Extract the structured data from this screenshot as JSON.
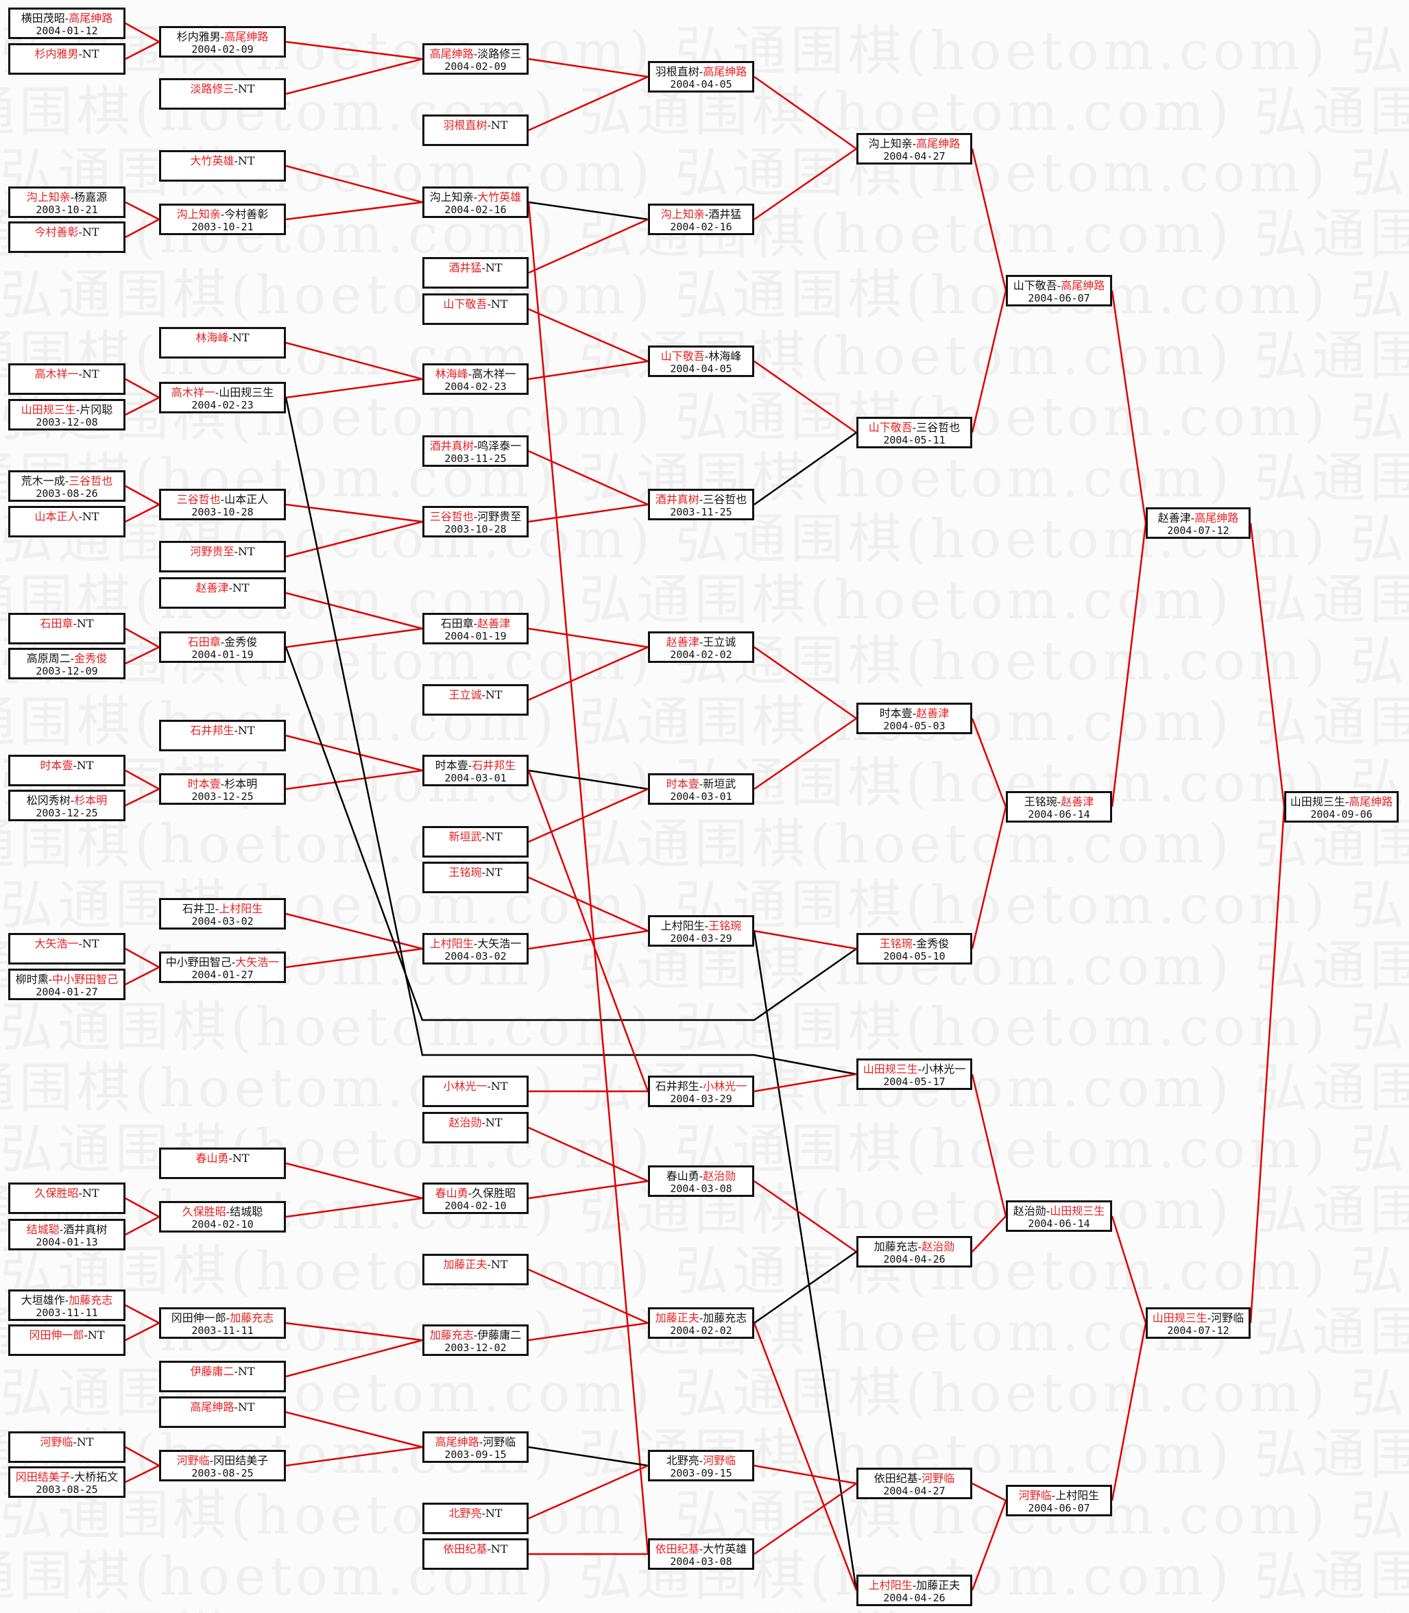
{
  "watermark": "弘通围棋(hoetom.com)",
  "colors": {
    "winner": "#e52020",
    "loser": "#111111",
    "win_line": "#e00000",
    "other_line": "#000000"
  },
  "bye_label": "NT",
  "matches": [
    {
      "id": "c0a",
      "a": "横田茂昭",
      "b": "高尾绅路",
      "win": "b",
      "date": "2004-01-12"
    },
    {
      "id": "c0b",
      "a": "杉内雅男",
      "b": "NT",
      "win": "a",
      "date": ""
    },
    {
      "id": "c0c",
      "a": "沟上知亲",
      "b": "杨嘉源",
      "win": "a",
      "date": "2003-10-21"
    },
    {
      "id": "c0d",
      "a": "今村善彰",
      "b": "NT",
      "win": "a",
      "date": ""
    },
    {
      "id": "c0e",
      "a": "高木祥一",
      "b": "NT",
      "win": "a",
      "date": ""
    },
    {
      "id": "c0f",
      "a": "山田规三生",
      "b": "片冈聪",
      "win": "a",
      "date": "2003-12-08"
    },
    {
      "id": "c0g",
      "a": "荒木一成",
      "b": "三谷哲也",
      "win": "b",
      "date": "2003-08-26"
    },
    {
      "id": "c0h",
      "a": "山本正人",
      "b": "NT",
      "win": "a",
      "date": ""
    },
    {
      "id": "c0i",
      "a": "石田章",
      "b": "NT",
      "win": "a",
      "date": ""
    },
    {
      "id": "c0j",
      "a": "高原周二",
      "b": "金秀俊",
      "win": "b",
      "date": "2003-12-09"
    },
    {
      "id": "c0k",
      "a": "时本壹",
      "b": "NT",
      "win": "a",
      "date": ""
    },
    {
      "id": "c0l",
      "a": "松冈秀树",
      "b": "杉本明",
      "win": "b",
      "date": "2003-12-25"
    },
    {
      "id": "c0m",
      "a": "大矢浩一",
      "b": "NT",
      "win": "a",
      "date": ""
    },
    {
      "id": "c0n",
      "a": "柳时熏",
      "b": "中小野田智己",
      "win": "b",
      "date": "2004-01-27"
    },
    {
      "id": "c0o",
      "a": "久保胜昭",
      "b": "NT",
      "win": "a",
      "date": ""
    },
    {
      "id": "c0p",
      "a": "结城聪",
      "b": "酒井真树",
      "win": "a",
      "date": "2004-01-13"
    },
    {
      "id": "c0q",
      "a": "大垣雄作",
      "b": "加藤充志",
      "win": "b",
      "date": "2003-11-11"
    },
    {
      "id": "c0r",
      "a": "冈田伸一郎",
      "b": "NT",
      "win": "a",
      "date": ""
    },
    {
      "id": "c0s",
      "a": "河野临",
      "b": "NT",
      "win": "a",
      "date": ""
    },
    {
      "id": "c0t",
      "a": "冈田结美子",
      "b": "大桥拓文",
      "win": "a",
      "date": "2003-08-25"
    },
    {
      "id": "c1a",
      "a": "杉内雅男",
      "b": "高尾绅路",
      "win": "b",
      "date": "2004-02-09"
    },
    {
      "id": "c1b",
      "a": "淡路修三",
      "b": "NT",
      "win": "a",
      "date": ""
    },
    {
      "id": "c1c",
      "a": "大竹英雄",
      "b": "NT",
      "win": "a",
      "date": ""
    },
    {
      "id": "c1d",
      "a": "沟上知亲",
      "b": "今村善彰",
      "win": "a",
      "date": "2003-10-21"
    },
    {
      "id": "c1e",
      "a": "林海峰",
      "b": "NT",
      "win": "a",
      "date": ""
    },
    {
      "id": "c1f",
      "a": "高木祥一",
      "b": "山田规三生",
      "win": "a",
      "date": "2004-02-23"
    },
    {
      "id": "c1g",
      "a": "三谷哲也",
      "b": "山本正人",
      "win": "a",
      "date": "2003-10-28"
    },
    {
      "id": "c1h",
      "a": "河野贵至",
      "b": "NT",
      "win": "a",
      "date": ""
    },
    {
      "id": "c1i",
      "a": "赵善津",
      "b": "NT",
      "win": "a",
      "date": ""
    },
    {
      "id": "c1j",
      "a": "石田章",
      "b": "金秀俊",
      "win": "a",
      "date": "2004-01-19"
    },
    {
      "id": "c1k",
      "a": "石井邦生",
      "b": "NT",
      "win": "a",
      "date": ""
    },
    {
      "id": "c1l",
      "a": "时本壹",
      "b": "杉本明",
      "win": "a",
      "date": "2003-12-25"
    },
    {
      "id": "c1m",
      "a": "石井卫",
      "b": "上村阳生",
      "win": "b",
      "date": "2004-03-02"
    },
    {
      "id": "c1n",
      "a": "中小野田智己",
      "b": "大矢浩一",
      "win": "b",
      "date": "2004-01-27"
    },
    {
      "id": "c1o",
      "a": "春山勇",
      "b": "NT",
      "win": "a",
      "date": ""
    },
    {
      "id": "c1p",
      "a": "久保胜昭",
      "b": "结城聪",
      "win": "a",
      "date": "2004-02-10"
    },
    {
      "id": "c1q",
      "a": "冈田伸一郎",
      "b": "加藤充志",
      "win": "b",
      "date": "2003-11-11"
    },
    {
      "id": "c1r",
      "a": "伊藤庸二",
      "b": "NT",
      "win": "a",
      "date": ""
    },
    {
      "id": "c1s",
      "a": "高尾绅路",
      "b": "NT",
      "win": "a",
      "date": ""
    },
    {
      "id": "c1t",
      "a": "河野临",
      "b": "冈田结美子",
      "win": "a",
      "date": "2003-08-25"
    },
    {
      "id": "c2a",
      "a": "高尾绅路",
      "b": "淡路修三",
      "win": "a",
      "date": "2004-02-09"
    },
    {
      "id": "c2b",
      "a": "羽根直树",
      "b": "NT",
      "win": "a",
      "date": ""
    },
    {
      "id": "c2c",
      "a": "沟上知亲",
      "b": "大竹英雄",
      "win": "b",
      "date": "2004-02-16"
    },
    {
      "id": "c2d",
      "a": "酒井猛",
      "b": "NT",
      "win": "a",
      "date": ""
    },
    {
      "id": "c2e",
      "a": "山下敬吾",
      "b": "NT",
      "win": "a",
      "date": ""
    },
    {
      "id": "c2f",
      "a": "林海峰",
      "b": "高木祥一",
      "win": "a",
      "date": "2004-02-23"
    },
    {
      "id": "c2g",
      "a": "酒井真树",
      "b": "鸣泽泰一",
      "win": "a",
      "date": "2003-11-25"
    },
    {
      "id": "c2h",
      "a": "三谷哲也",
      "b": "河野贵至",
      "win": "a",
      "date": "2003-10-28"
    },
    {
      "id": "c2i",
      "a": "石田章",
      "b": "赵善津",
      "win": "b",
      "date": "2004-01-19"
    },
    {
      "id": "c2j",
      "a": "王立诚",
      "b": "NT",
      "win": "a",
      "date": ""
    },
    {
      "id": "c2k",
      "a": "时本壹",
      "b": "石井邦生",
      "win": "b",
      "date": "2004-03-01"
    },
    {
      "id": "c2l",
      "a": "新垣武",
      "b": "NT",
      "win": "a",
      "date": ""
    },
    {
      "id": "c2m",
      "a": "王铭琬",
      "b": "NT",
      "win": "a",
      "date": ""
    },
    {
      "id": "c2n",
      "a": "上村阳生",
      "b": "大矢浩一",
      "win": "a",
      "date": "2004-03-02"
    },
    {
      "id": "c2o",
      "a": "小林光一",
      "b": "NT",
      "win": "a",
      "date": ""
    },
    {
      "id": "c2p",
      "a": "赵治勋",
      "b": "NT",
      "win": "a",
      "date": ""
    },
    {
      "id": "c2q",
      "a": "春山勇",
      "b": "久保胜昭",
      "win": "a",
      "date": "2004-02-10"
    },
    {
      "id": "c2r",
      "a": "加藤正夫",
      "b": "NT",
      "win": "a",
      "date": ""
    },
    {
      "id": "c2s",
      "a": "加藤充志",
      "b": "伊藤庸二",
      "win": "a",
      "date": "2003-12-02"
    },
    {
      "id": "c2t",
      "a": "高尾绅路",
      "b": "河野临",
      "win": "a",
      "date": "2003-09-15"
    },
    {
      "id": "c2u",
      "a": "北野亮",
      "b": "NT",
      "win": "a",
      "date": ""
    },
    {
      "id": "c2v",
      "a": "依田纪基",
      "b": "NT",
      "win": "a",
      "date": ""
    },
    {
      "id": "c3a",
      "a": "羽根直树",
      "b": "高尾绅路",
      "win": "b",
      "date": "2004-04-05"
    },
    {
      "id": "c3b",
      "a": "沟上知亲",
      "b": "酒井猛",
      "win": "a",
      "date": "2004-02-16"
    },
    {
      "id": "c3c",
      "a": "山下敬吾",
      "b": "林海峰",
      "win": "a",
      "date": "2004-04-05"
    },
    {
      "id": "c3d",
      "a": "酒井真树",
      "b": "三谷哲也",
      "win": "a",
      "date": "2003-11-25"
    },
    {
      "id": "c3e",
      "a": "赵善津",
      "b": "王立诚",
      "win": "a",
      "date": "2004-02-02"
    },
    {
      "id": "c3f",
      "a": "时本壹",
      "b": "新垣武",
      "win": "a",
      "date": "2004-03-01"
    },
    {
      "id": "c3g",
      "a": "上村阳生",
      "b": "王铭琬",
      "win": "b",
      "date": "2004-03-29"
    },
    {
      "id": "c3h",
      "a": "石井邦生",
      "b": "小林光一",
      "win": "b",
      "date": "2004-03-29"
    },
    {
      "id": "c3i",
      "a": "春山勇",
      "b": "赵治勋",
      "win": "b",
      "date": "2004-03-08"
    },
    {
      "id": "c3j",
      "a": "加藤正夫",
      "b": "加藤充志",
      "win": "a",
      "date": "2004-02-02"
    },
    {
      "id": "c3k",
      "a": "北野亮",
      "b": "河野临",
      "win": "b",
      "date": "2003-09-15"
    },
    {
      "id": "c3l",
      "a": "依田纪基",
      "b": "大竹英雄",
      "win": "a",
      "date": "2004-03-08"
    },
    {
      "id": "c4a",
      "a": "沟上知亲",
      "b": "高尾绅路",
      "win": "b",
      "date": "2004-04-27"
    },
    {
      "id": "c4b",
      "a": "山下敬吾",
      "b": "三谷哲也",
      "win": "a",
      "date": "2004-05-11"
    },
    {
      "id": "c4c",
      "a": "时本壹",
      "b": "赵善津",
      "win": "b",
      "date": "2004-05-03"
    },
    {
      "id": "c4d",
      "a": "王铭琬",
      "b": "金秀俊",
      "win": "a",
      "date": "2004-05-10"
    },
    {
      "id": "c4e",
      "a": "山田规三生",
      "b": "小林光一",
      "win": "a",
      "date": "2004-05-17"
    },
    {
      "id": "c4f",
      "a": "加藤充志",
      "b": "赵治勋",
      "win": "b",
      "date": "2004-04-26"
    },
    {
      "id": "c4g",
      "a": "依田纪基",
      "b": "河野临",
      "win": "b",
      "date": "2004-04-27"
    },
    {
      "id": "c4h",
      "a": "上村阳生",
      "b": "加藤正夫",
      "win": "a",
      "date": "2004-04-26"
    },
    {
      "id": "c5a",
      "a": "山下敬吾",
      "b": "高尾绅路",
      "win": "b",
      "date": "2004-06-07"
    },
    {
      "id": "c5b",
      "a": "王铭琬",
      "b": "赵善津",
      "win": "b",
      "date": "2004-06-14"
    },
    {
      "id": "c5c",
      "a": "赵治勋",
      "b": "山田规三生",
      "win": "b",
      "date": "2004-06-14"
    },
    {
      "id": "c5d",
      "a": "河野临",
      "b": "上村阳生",
      "win": "a",
      "date": "2004-06-07"
    },
    {
      "id": "c6a",
      "a": "赵善津",
      "b": "高尾绅路",
      "win": "b",
      "date": "2004-07-12"
    },
    {
      "id": "c6b",
      "a": "山田规三生",
      "b": "河野临",
      "win": "a",
      "date": "2004-07-12"
    },
    {
      "id": "c7a",
      "a": "山田规三生",
      "b": "高尾绅路",
      "win": "b",
      "date": "2004-09-06"
    }
  ],
  "links": [
    [
      "c0a",
      "c1a",
      "r"
    ],
    [
      "c0b",
      "c1a",
      "r"
    ],
    [
      "c0c",
      "c1d",
      "r"
    ],
    [
      "c0d",
      "c1d",
      "r"
    ],
    [
      "c0e",
      "c1f",
      "r"
    ],
    [
      "c0f",
      "c1f",
      "r"
    ],
    [
      "c0g",
      "c1g",
      "r"
    ],
    [
      "c0h",
      "c1g",
      "r"
    ],
    [
      "c0i",
      "c1j",
      "r"
    ],
    [
      "c0j",
      "c1j",
      "r"
    ],
    [
      "c0k",
      "c1l",
      "r"
    ],
    [
      "c0l",
      "c1l",
      "r"
    ],
    [
      "c0m",
      "c1n",
      "r"
    ],
    [
      "c0n",
      "c1n",
      "r"
    ],
    [
      "c0o",
      "c1p",
      "r"
    ],
    [
      "c0p",
      "c1p",
      "r"
    ],
    [
      "c0q",
      "c1q",
      "r"
    ],
    [
      "c0r",
      "c1q",
      "r"
    ],
    [
      "c0s",
      "c1t",
      "r"
    ],
    [
      "c0t",
      "c1t",
      "r"
    ],
    [
      "c1a",
      "c2a",
      "r"
    ],
    [
      "c1b",
      "c2a",
      "r"
    ],
    [
      "c1c",
      "c2c",
      "r"
    ],
    [
      "c1d",
      "c2c",
      "r"
    ],
    [
      "c1e",
      "c2f",
      "r"
    ],
    [
      "c1f",
      "c2f",
      "r"
    ],
    [
      "c1g",
      "c2h",
      "r"
    ],
    [
      "c1h",
      "c2h",
      "r"
    ],
    [
      "c1i",
      "c2i",
      "r"
    ],
    [
      "c1j",
      "c2i",
      "r"
    ],
    [
      "c1k",
      "c2k",
      "r"
    ],
    [
      "c1l",
      "c2k",
      "r"
    ],
    [
      "c1m",
      "c2n",
      "r"
    ],
    [
      "c1n",
      "c2n",
      "r"
    ],
    [
      "c1o",
      "c2q",
      "r"
    ],
    [
      "c1p",
      "c2q",
      "r"
    ],
    [
      "c1q",
      "c2s",
      "r"
    ],
    [
      "c1r",
      "c2s",
      "r"
    ],
    [
      "c1s",
      "c2t",
      "r"
    ],
    [
      "c1t",
      "c2t",
      "r"
    ],
    [
      "c1f",
      "c4e",
      "k",
      "lowB"
    ],
    [
      "c1j",
      "c4d",
      "k",
      "lowA"
    ],
    [
      "c2a",
      "c3a",
      "r"
    ],
    [
      "c2b",
      "c3a",
      "r"
    ],
    [
      "c2c",
      "c3b",
      "k"
    ],
    [
      "c2d",
      "c3b",
      "r"
    ],
    [
      "c2c",
      "c3l",
      "r"
    ],
    [
      "c2e",
      "c3c",
      "r"
    ],
    [
      "c2f",
      "c3c",
      "r"
    ],
    [
      "c2g",
      "c3d",
      "r"
    ],
    [
      "c2h",
      "c3d",
      "r"
    ],
    [
      "c2i",
      "c3e",
      "r"
    ],
    [
      "c2j",
      "c3e",
      "r"
    ],
    [
      "c2k",
      "c3f",
      "k"
    ],
    [
      "c2l",
      "c3f",
      "r"
    ],
    [
      "c2k",
      "c3h",
      "r"
    ],
    [
      "c2m",
      "c3g",
      "r"
    ],
    [
      "c2n",
      "c3g",
      "r"
    ],
    [
      "c2o",
      "c3h",
      "r"
    ],
    [
      "c2p",
      "c3i",
      "r"
    ],
    [
      "c2q",
      "c3i",
      "r"
    ],
    [
      "c2r",
      "c3j",
      "r"
    ],
    [
      "c2s",
      "c3j",
      "r"
    ],
    [
      "c2t",
      "c3k",
      "k"
    ],
    [
      "c2u",
      "c3k",
      "r"
    ],
    [
      "c2v",
      "c3l",
      "r"
    ],
    [
      "c3a",
      "c4a",
      "r"
    ],
    [
      "c3b",
      "c4a",
      "r"
    ],
    [
      "c3c",
      "c4b",
      "r"
    ],
    [
      "c3d",
      "c4b",
      "k"
    ],
    [
      "c3e",
      "c4c",
      "r"
    ],
    [
      "c3f",
      "c4c",
      "r"
    ],
    [
      "c3g",
      "c4d",
      "r"
    ],
    [
      "c3g",
      "c4h",
      "k"
    ],
    [
      "c3h",
      "c4e",
      "r"
    ],
    [
      "c3i",
      "c4f",
      "r"
    ],
    [
      "c3j",
      "c4f",
      "k"
    ],
    [
      "c3j",
      "c4h",
      "r"
    ],
    [
      "c3k",
      "c4g",
      "r"
    ],
    [
      "c3l",
      "c4g",
      "r"
    ],
    [
      "c4a",
      "c5a",
      "r"
    ],
    [
      "c4b",
      "c5a",
      "r"
    ],
    [
      "c4c",
      "c5b",
      "r"
    ],
    [
      "c4d",
      "c5b",
      "r"
    ],
    [
      "c4e",
      "c5c",
      "r"
    ],
    [
      "c4f",
      "c5c",
      "r"
    ],
    [
      "c4g",
      "c5d",
      "r"
    ],
    [
      "c4h",
      "c5d",
      "r"
    ],
    [
      "c5a",
      "c6a",
      "r"
    ],
    [
      "c5b",
      "c6a",
      "r"
    ],
    [
      "c5c",
      "c6b",
      "r"
    ],
    [
      "c5d",
      "c6b",
      "r"
    ],
    [
      "c6a",
      "c7a",
      "r"
    ],
    [
      "c6b",
      "c7a",
      "r"
    ]
  ]
}
